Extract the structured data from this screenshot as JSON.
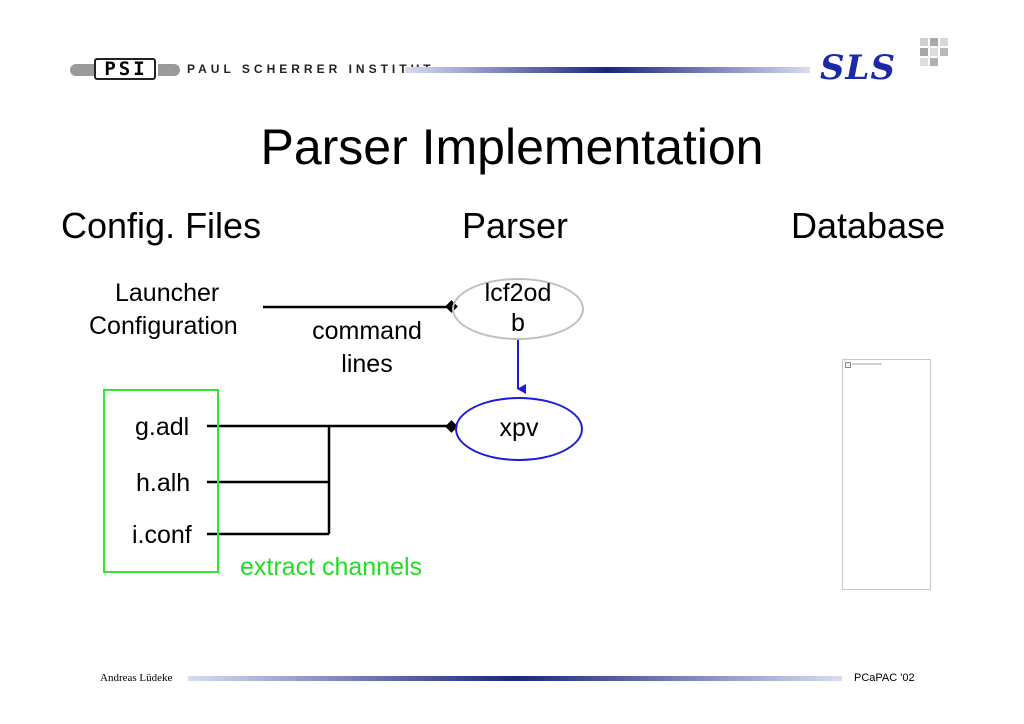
{
  "header": {
    "logo_left": "PSI",
    "institute": "PAUL SCHERRER INSTITUT",
    "logo_right": "SLS"
  },
  "slide": {
    "title": "Parser Implementation",
    "columns": {
      "left": "Config. Files",
      "middle": "Parser",
      "right": "Database"
    },
    "nodes": {
      "launcher_line1": "Launcher",
      "launcher_line2": "Configuration",
      "lcf_line1": "lcf2od",
      "lcf_line2": "b",
      "xpv": "xpv",
      "file1": "g.adl",
      "file2": "h.alh",
      "file3": "i.conf"
    },
    "annotations": {
      "command_line1": "command",
      "command_line2": "lines",
      "extract": "extract channels"
    }
  },
  "footer": {
    "author": "Andreas Lüdeke",
    "event": "PCaPAC '02"
  },
  "colors": {
    "green": "#33e633",
    "blue": "#1c1cd8",
    "navy": "#1a2580"
  }
}
